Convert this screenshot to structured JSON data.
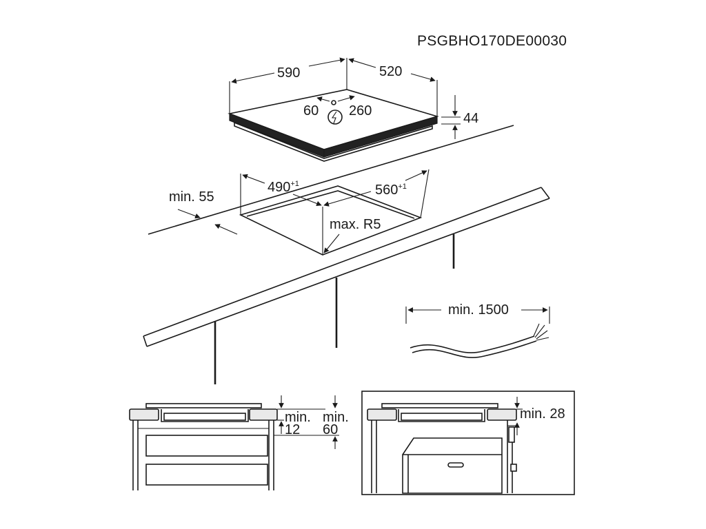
{
  "diagram": {
    "code": "PSGBHO170DE00030",
    "hob": {
      "width": "590",
      "depth": "520",
      "height": "44",
      "conn_offset_left": "60",
      "conn_offset_right": "260"
    },
    "cutout": {
      "width": "490",
      "depth": "560",
      "tolerance": "+1",
      "edge_distance": "min. 55",
      "corner_radius": "max. R5"
    },
    "cable": {
      "length": "min. 1500"
    },
    "section_drawer": {
      "gap_top_line1": "min.",
      "gap_top_line2": "12",
      "gap_bottom_line1": "min.",
      "gap_bottom_line2": "60"
    },
    "section_oven": {
      "gap": "min. 28"
    }
  }
}
